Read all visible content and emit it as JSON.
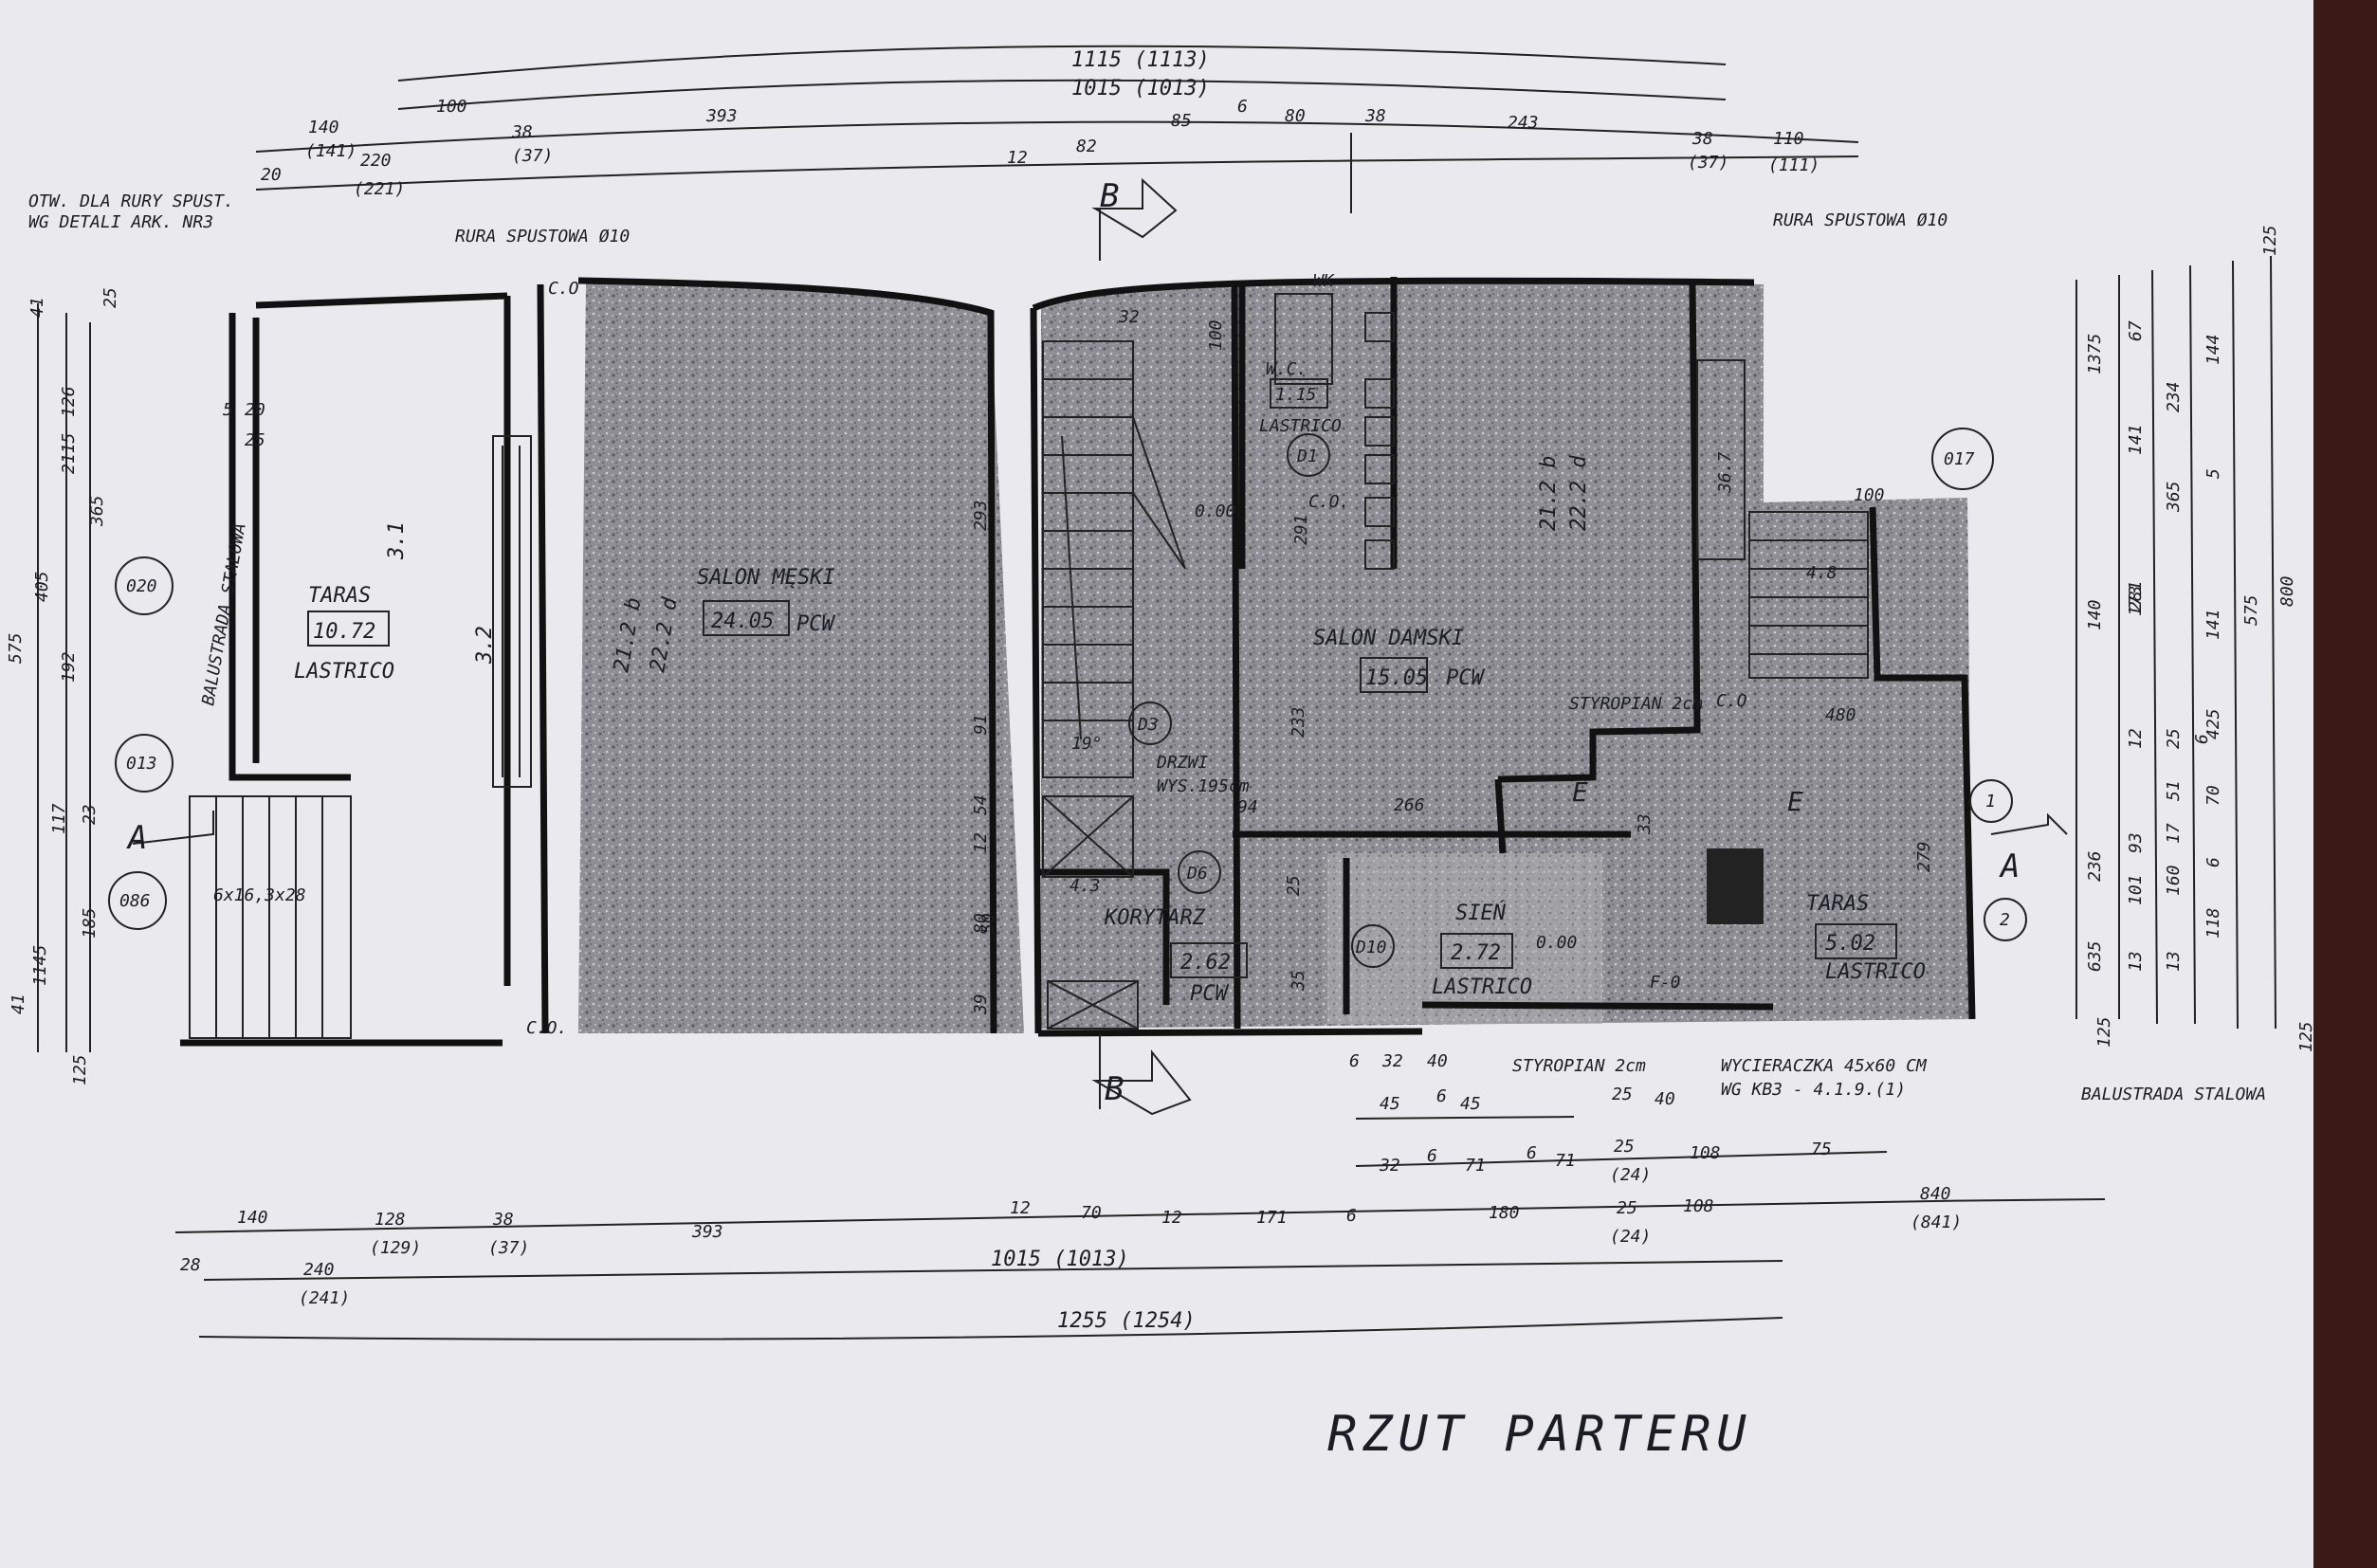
{
  "title": "RZUT PARTERU",
  "rooms": [
    {
      "name": "TARAS",
      "area": "10.72",
      "finish": "LASTRICO"
    },
    {
      "name": "SALON MĘSKI",
      "area": "24.05",
      "finish": "PCW"
    },
    {
      "name": "SALON DAMSKI",
      "area": "15.05",
      "finish": "PCW"
    },
    {
      "name": "W.C.",
      "area": "1.15",
      "finish": "LASTRICO"
    },
    {
      "name": "KORYTARZ",
      "area": "2.62",
      "finish": "PCW"
    },
    {
      "name": "SIEŃ",
      "area": "2.72",
      "finish": "LASTRICO"
    },
    {
      "name": "TARAS",
      "area": "5.02",
      "finish": "LASTRICO"
    }
  ],
  "notes": {
    "otwor": "OTW. DLA RURY SPUST.",
    "detali": "WG DETALI ARK. NR3",
    "rura_left": "RURA SPUSTOWA Ø10",
    "rura_right": "RURA SPUSTOWA Ø10",
    "balustrada_left": "BALUSTRADA STALOWA",
    "balustrada_right": "BALUSTRADA STALOWA",
    "styropian_a": "STYROPIAN 2cm",
    "styropian_b": "STYROPIAN 2cm",
    "wycieraczka": "WYCIERACZKA 45x60 CM",
    "wycieraczka_ref": "WG KB3 - 4.1.9.(1)",
    "drzwi": "DRZWI",
    "drzwi_wys": "WYS.195cm",
    "stairs": "6x16,3x28",
    "wk": "WK",
    "co1": "C.O",
    "co2": "C.O.",
    "co3": "C.O",
    "co4": "C.O.",
    "f0": "F-0"
  },
  "section_marks": {
    "b": "B",
    "a": "A",
    "e": "E"
  },
  "door_tags": [
    "D1",
    "D3",
    "D6",
    "D10"
  ],
  "circle_tags": [
    "020",
    "013",
    "086",
    "017",
    "1",
    "2"
  ],
  "dims_top_row1": {
    "a": "1115 (1113)"
  },
  "dims_top_row2": {
    "a": "1015 (1013)"
  },
  "dims_top_row3": [
    "140",
    "(141)",
    "100",
    "220",
    "(221)",
    "38",
    "(37)",
    "393",
    "12",
    "82",
    "85",
    "6",
    "80",
    "38",
    "243",
    "38",
    "(37)",
    "110",
    "(111)",
    "20"
  ],
  "dims_bottom": [
    "140",
    "128",
    "(129)",
    "38",
    "(37)",
    "393",
    "12",
    "70",
    "12",
    "171",
    "6",
    "180",
    "25",
    "(24)",
    "108",
    "840",
    "(841)",
    "28",
    "240",
    "(241)",
    "1015 (1013)",
    "1255 (1254)"
  ],
  "dims_bottom_small": [
    "6",
    "32",
    "40",
    "45",
    "6",
    "45",
    "25",
    "40",
    "32",
    "6",
    "71",
    "6",
    "71",
    "25",
    "(24)",
    "108",
    "75"
  ],
  "dims_left": [
    "575",
    "405",
    "365",
    "192",
    "117",
    "23",
    "1145",
    "41",
    "2115",
    "126",
    "185",
    "25",
    "125",
    "41"
  ],
  "dims_right": [
    "125",
    "1375",
    "67",
    "141",
    "234",
    "144",
    "5",
    "365",
    "173",
    "140",
    "281",
    "141",
    "425",
    "575",
    "800",
    "12",
    "25",
    "6",
    "51",
    "70",
    "17",
    "236",
    "93",
    "101",
    "160",
    "6",
    "118",
    "635",
    "13",
    "13",
    "125",
    "125"
  ],
  "dims_inner": [
    "3.1",
    "3.2",
    "21.2 b",
    "22.2 d",
    "21.2 b",
    "22.2 d",
    "5",
    "20",
    "25",
    "4.3",
    "4.8",
    "19°",
    "266",
    "233",
    "94",
    "50",
    "33",
    "0.00",
    "0.00",
    "480",
    "279",
    "100",
    "36.7",
    "32",
    "100",
    "293",
    "91",
    "54",
    "291",
    "39",
    "12",
    "25",
    "80",
    "35"
  ]
}
